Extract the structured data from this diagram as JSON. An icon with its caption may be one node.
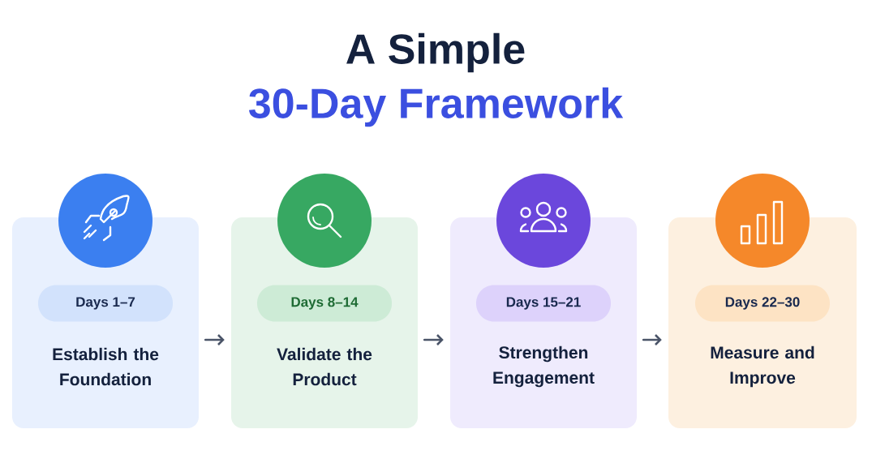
{
  "diagram": {
    "title": "A Simple",
    "nodes": [
      {
        "text": [
          "Establish the Foundation"
        ]
      },
      {
        "text": [
          "Days 1–7"
        ],
        "in": 0
      },
      {
        "text": [
          "Validate the Product"
        ]
      },
      {
        "text": [
          "Days 8–14"
        ],
        "in": 2
      },
      {
        "text": [
          "Strengthen Engagement"
        ]
      },
      {
        "text": [
          "Days 15–21"
        ],
        "in": 4
      },
      {
        "text": [
          "Measure and Improve"
        ]
      },
      {
        "text": [
          "Days 22–30"
        ],
        "in": 6
      }
    ],
    "edges": [
      {
        "from": 0,
        "to": 2,
        "arrow": "to"
      },
      {
        "from": 2,
        "to": 4,
        "arrow": "to"
      },
      {
        "from": 4,
        "to": 6,
        "arrow": "to"
      }
    ],
    "labels": [
      "30-Day Framework"
    ]
  }
}
